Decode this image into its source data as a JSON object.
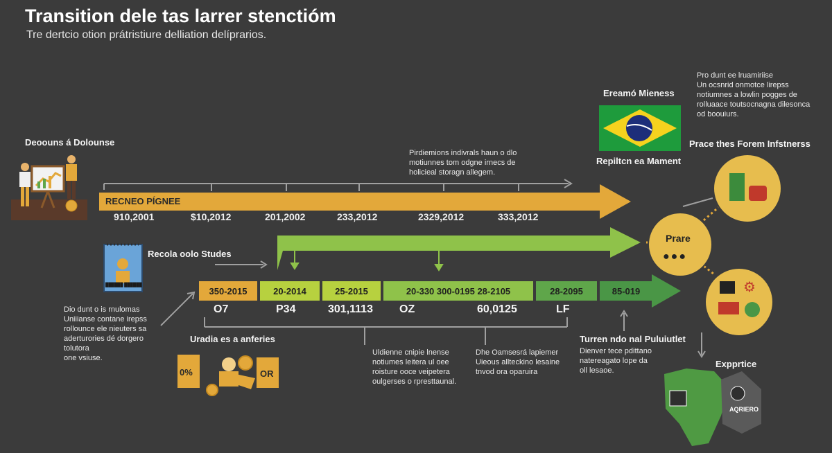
{
  "header": {
    "title": "Transition dele tas larrer stenctióm",
    "subtitle": "Tre dertcio otion prátristiure delliation delíprarios."
  },
  "left_block": {
    "label": "Deoouns á Dolounse",
    "timeline_label": "RECNEO PÍGNEE",
    "years": [
      "910,2001",
      "$10,2012",
      "201,2002",
      "233,2012",
      "2329,2012",
      "333,2012"
    ]
  },
  "top_note": "Pirdiemions indivrals haun o dlo\nmotiunnes tom odgne irnecs de\nholicieal storagn allegem.",
  "right_top": {
    "note": "Pro dunt ee lruamiriise\nUn ocsnrid onmotce lirepss\nnotiumnes a lowlin pogges de\nrolluaace toutsocnagna dilesonca\nod boouiurs.",
    "flag_caption_top": "Ereamó Mieness",
    "flag_caption_bottom": "Repiltcn ea Mament",
    "circle_caption": "Prace thes Forem Infstnerss",
    "circle_label": "Prare",
    "bottom_label": "Expprtice"
  },
  "studies": {
    "label": "Recola oolo Studes",
    "icon_caption": "██████ ██████"
  },
  "segments": [
    {
      "text": "350-2015",
      "color": "#e3a83a"
    },
    {
      "text": "20-2014",
      "color": "#b7d13f"
    },
    {
      "text": "25-2015",
      "color": "#b7d13f"
    },
    {
      "text": "20-330   300-0195    28-2105",
      "color": "#8fc24a"
    },
    {
      "text": "28-2095",
      "color": "#5fa64a"
    },
    {
      "text": "85-019",
      "color": "#4a9646"
    }
  ],
  "codes": [
    "O7",
    "P34",
    "301,1113",
    "OZ",
    "60,0125",
    "LF"
  ],
  "bottom_left": {
    "note": "Dio dunt o is rnulomas\nUniiianse contane irepss\nrollounce ele nieuters sa\naderturories dé dorgero\ntolutora\none vsiuse.",
    "label": "Uradia es a anferies",
    "pct1": "0%",
    "pct2": "OR"
  },
  "bottom_mid_notes": [
    "Uldienne cnipie lnense\nnotiumes leitera ul oee\nroisture ooce veipetera\noulgerses o rpresttaunal.",
    "Dhe Oamsesrá lapiemer\nUieous allteckino lesaine\ntnvod ora oparuira"
  ],
  "bottom_right": {
    "label": "Turren ndo nal Puluiutlet",
    "note": "Dienver tece pdittano\nnatereagato lope da\noll lesaoe."
  },
  "map": {
    "badge": "AQRIERO"
  },
  "colors": {
    "background": "#3b3b3b",
    "orange": "#e3a83a",
    "green_light": "#8fc24a",
    "green_dark": "#4a9646",
    "yellow_circle": "#e7bd4e"
  }
}
